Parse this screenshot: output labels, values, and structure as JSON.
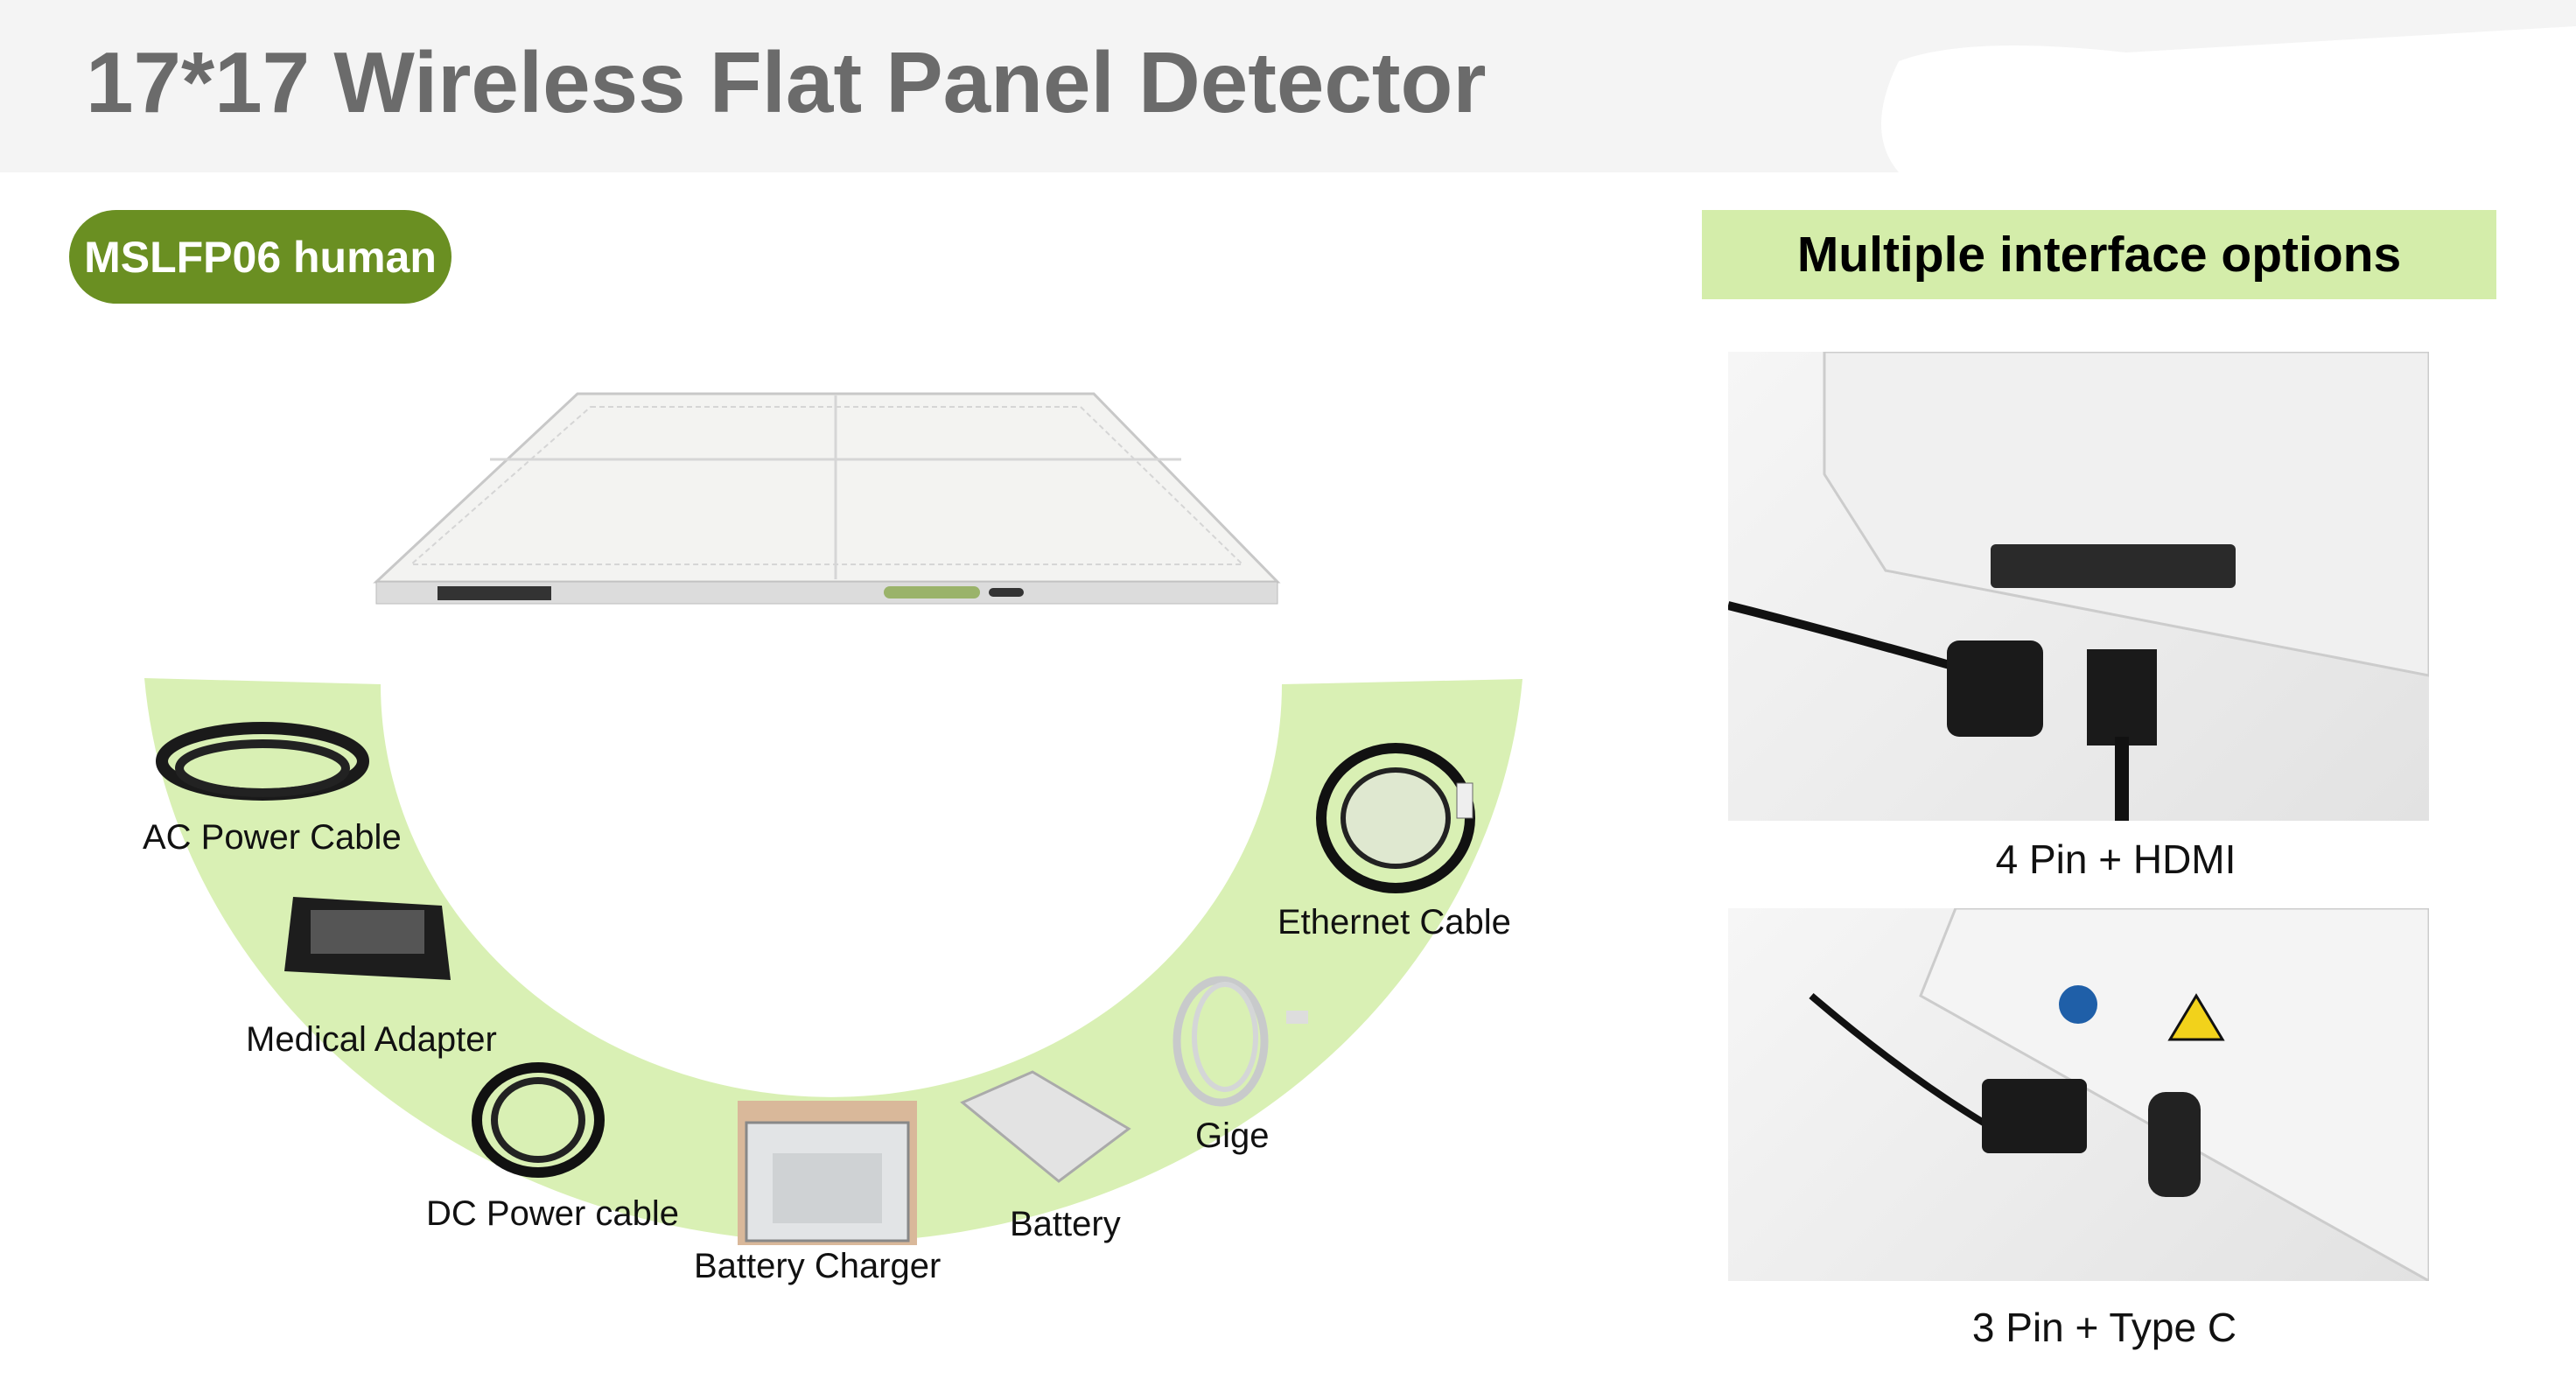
{
  "header": {
    "title": "17*17 Wireless Flat Panel Detector"
  },
  "model_badge": "MSLFP06 human",
  "interface_heading": "Multiple interface options",
  "accessories": [
    {
      "label": "AC Power Cable",
      "icon": "ac-power-cable-icon"
    },
    {
      "label": "Medical Adapter",
      "icon": "medical-adapter-icon"
    },
    {
      "label": "DC Power cable",
      "icon": "dc-power-cable-icon"
    },
    {
      "label": "Battery Charger",
      "icon": "battery-charger-icon"
    },
    {
      "label": "Battery",
      "icon": "battery-icon"
    },
    {
      "label": "Gige",
      "icon": "gige-cable-icon"
    },
    {
      "label": "Ethernet Cable",
      "icon": "ethernet-cable-icon"
    }
  ],
  "interfaces": [
    {
      "label": "4 Pin + HDMI"
    },
    {
      "label": "3 Pin + Type C"
    }
  ],
  "colors": {
    "header_bg": "#f4f4f4",
    "title": "#6b6b6b",
    "badge": "#6a8f22",
    "interface_box": "#d4edaa",
    "arc": "#d9f0b4"
  }
}
